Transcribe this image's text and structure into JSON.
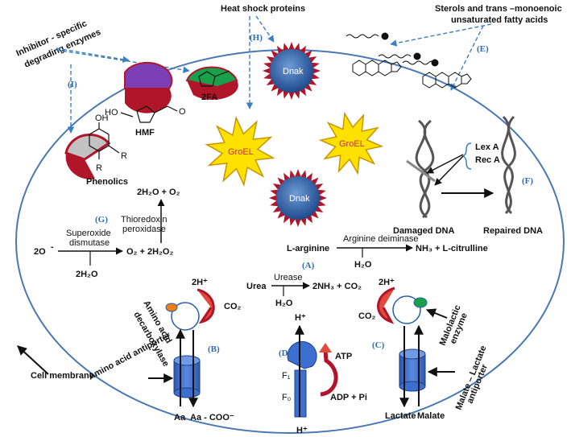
{
  "title": "",
  "header_labels": {
    "heat_shock": "Heat shock proteins",
    "sterols_line1": "Sterols and trans –monoenoic",
    "sterols_line2": "unsaturated fatty acids",
    "inhibitor_line1": "Inhibitor - specific",
    "inhibitor_line2": "degrading enzymes"
  },
  "section_labels": {
    "A": "(A)",
    "B": "(B)",
    "C": "(C)",
    "D": "(D)",
    "E": "(E)",
    "F": "(F)",
    "G": "(G)",
    "H": "(H)",
    "I": "(I)"
  },
  "proteins": {
    "dnak": "Dnak",
    "groel": "GroEL"
  },
  "inhibitors": {
    "hmf": "HMF",
    "fa": "2FA",
    "phenolics": "Phenolics",
    "R": "R",
    "OH": "OH",
    "HO": "HO",
    "O": "O"
  },
  "dna": {
    "lexa": "Lex A",
    "reca": "Rec A",
    "damaged": "Damaged DNA",
    "repaired": "Repaired DNA"
  },
  "ros": {
    "superoxide": "2O",
    "sod_line1": "Superoxide",
    "sod_line2": "dismutase",
    "water": "2H₂O",
    "product": "O₂ + 2H₂O₂",
    "trx_line1": "Thioredoxin",
    "trx_line2": "peroxidase",
    "final": "2H₂O + O₂"
  },
  "arginine": {
    "substrate": "L-arginine",
    "enzyme": "Arginine deiminase",
    "water": "H₂O",
    "product": "NH₃ + L-citrulline"
  },
  "urea": {
    "substrate": "Urea",
    "enzyme": "Urease",
    "water": "H₂O",
    "product": "2NH₃ + CO₂"
  },
  "amino_acid": {
    "proton": "2H⁺",
    "co2": "CO₂",
    "enzyme_line1": "Amino acid",
    "enzyme_line2": "decarboxylase",
    "antiporter": "Amino acid antiporter",
    "aa": "Aa",
    "aa_out": "Aa - COO⁻"
  },
  "malate": {
    "proton": "2H⁺",
    "co2": "CO₂",
    "enzyme_line1": "Malolactic",
    "enzyme_line2": "enzyme",
    "antiporter_line1": "Malate – Lactate",
    "antiporter_line2": "antiporter",
    "lactate": "Lactate",
    "malate": "Malate"
  },
  "atpase": {
    "h_top": "H⁺",
    "h_bottom": "H⁺",
    "atp": "ATP",
    "adp": "ADP + Pi",
    "f1": "F₁",
    "f0": "F₀"
  },
  "membrane": "Cell membrane",
  "colors": {
    "membrane": "#4a78b5",
    "dashed_arrow": "#3a7fc2",
    "star": "#ffe100",
    "star_edge": "#c89400",
    "dnak": "#2a5ea8",
    "transporter": "#3d6fd1"
  }
}
